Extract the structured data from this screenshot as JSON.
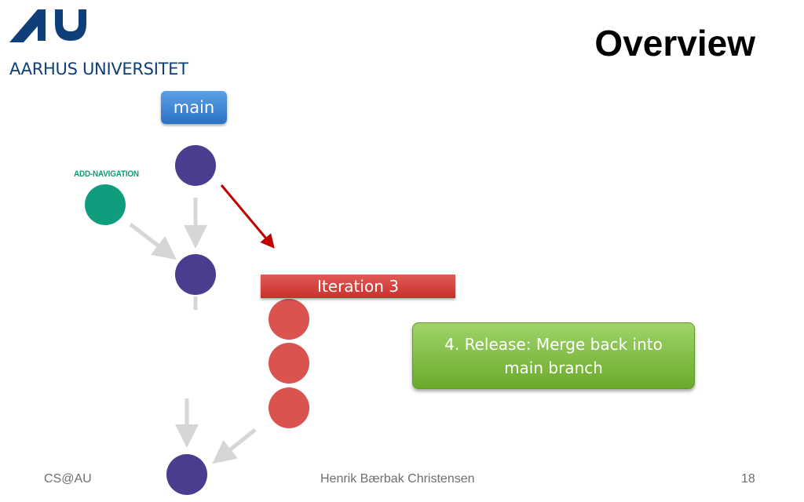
{
  "header": {
    "logo_text": "AARHUS UNIVERSITET",
    "title": "Overview"
  },
  "diagram": {
    "main_branch_label": "main",
    "feature_branch_label": "ADD-NAVIGATION",
    "iteration_label": "Iteration 3",
    "callout_line1": "4. Release: Merge back into",
    "callout_line2": "main branch",
    "colors": {
      "main_commit": "#4b3c8f",
      "feature_commit": "#0f9e7d",
      "iteration_commit": "#d9534f",
      "arrow_gray": "#d6d6d6",
      "arrow_red": "#c00000",
      "logo_blue": "#0f3f78"
    }
  },
  "footer": {
    "left": "CS@AU",
    "center": "Henrik Bærbak Christensen",
    "page_number": "18"
  }
}
